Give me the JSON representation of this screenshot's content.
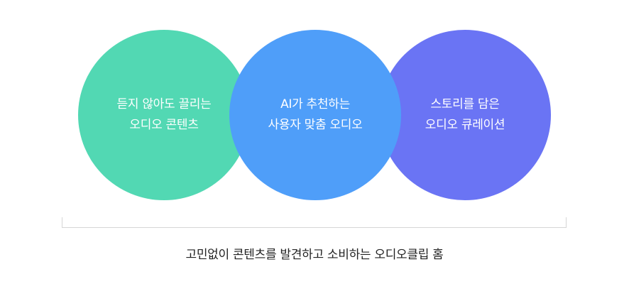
{
  "circles": [
    {
      "line1": "듣지 않아도 끌리는",
      "line2": "오디오 콘텐츠",
      "color": "#52d8b3"
    },
    {
      "line1": "AI가 추천하는",
      "line2": "사용자 맞춤 오디오",
      "color": "#4f9ef9"
    },
    {
      "line1": "스토리를 담은",
      "line2": "오디오 큐레이션",
      "color": "#6a74f4"
    }
  ],
  "caption": "고민없이 콘텐츠를 발견하고 소비하는 오디오클립 홈"
}
